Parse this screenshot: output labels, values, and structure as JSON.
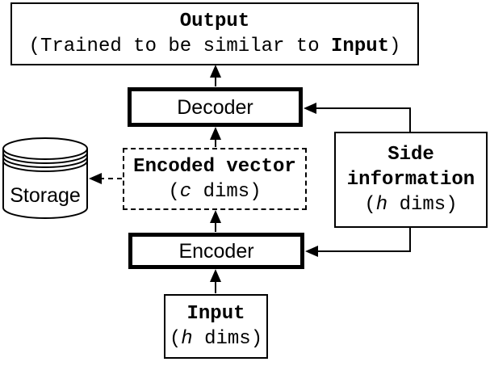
{
  "boxes": {
    "output": {
      "title": "Output",
      "subtitle_prefix": "(Trained to be similar to ",
      "subtitle_bold": "Input",
      "subtitle_suffix": ")"
    },
    "decoder": {
      "label": "Decoder"
    },
    "encoded_vector": {
      "title": "Encoded vector",
      "dims_prefix": "(",
      "dims_var": "c",
      "dims_suffix": " dims)"
    },
    "side_information": {
      "title_line1": "Side",
      "title_line2": "information",
      "dims_prefix": "(",
      "dims_var": "h",
      "dims_suffix": " dims)"
    },
    "encoder": {
      "label": "Encoder"
    },
    "input": {
      "title": "Input",
      "dims_prefix": "(",
      "dims_var": "h",
      "dims_suffix": " dims)"
    },
    "storage": {
      "label": "Storage"
    }
  },
  "colors": {
    "ink": "#000000",
    "paper": "#ffffff"
  }
}
